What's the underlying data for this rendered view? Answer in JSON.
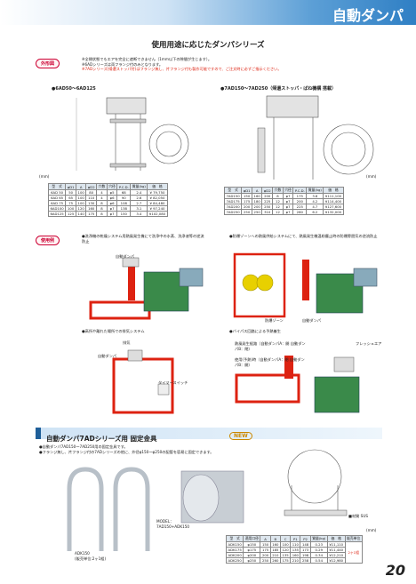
{
  "header": {
    "title": "自動ダンパ"
  },
  "heading": "使用用途に応じたダンパシリーズ",
  "appearance": {
    "tag": "外形図",
    "notes": [
      "※全閉状態でもエアを完全に遮断できません（1mm以下の隙間が生じます）。",
      "※6ADシリーズは両フランジ付のみとなります。",
      "※7ADシリーズ(帰還ストッパ付)はフランジ無し、片フランジ付も製作可能ですので、ご注文時に必ずご指示ください。"
    ]
  },
  "left_drawing": {
    "caption": "●6AD50〜6AD125"
  },
  "right_drawing": {
    "caption": "●7AD150〜7AD250（帰還ストッパ・ばね機構 搭載）"
  },
  "unit_label": "(mm)",
  "table1": {
    "headers": [
      "型　式",
      "φD1",
      "A",
      "φD2",
      "穴数",
      "穴径",
      "P.C.D.",
      "質量(kg)",
      "価　格"
    ],
    "rows": [
      [
        "6AD 50",
        "50",
        "100",
        "80",
        "4",
        "φ5",
        "68",
        "2.4",
        "¥ 79,750"
      ],
      [
        "6AD 65",
        "65",
        "100",
        "110",
        "4",
        "φ6",
        "90",
        "2.6",
        "¥ 82,050"
      ],
      [
        "6AD 75",
        "75",
        "100",
        "130",
        "8",
        "φ6",
        "108",
        "2.7",
        "¥ 84,480"
      ],
      [
        "6AD100",
        "100",
        "120",
        "160",
        "8",
        "φ7",
        "138",
        "3.1",
        "¥ 97,240"
      ],
      [
        "6AD125",
        "125",
        "140",
        "175",
        "8",
        "φ7",
        "150",
        "3.4",
        "¥102,080"
      ]
    ]
  },
  "table2": {
    "headers": [
      "型　式",
      "φD1",
      "A",
      "φD2",
      "穴数",
      "穴径",
      "P.C.D.",
      "質量(kg)",
      "価　格"
    ],
    "rows": [
      [
        "7AD150",
        "150",
        "160",
        "200",
        "8",
        "φ7",
        "175",
        "3.8",
        "¥111,100"
      ],
      [
        "7AD175",
        "175",
        "180",
        "225",
        "12",
        "φ7",
        "200",
        "4.2",
        "¥114,400"
      ],
      [
        "7AD200",
        "200",
        "200",
        "250",
        "12",
        "φ7",
        "225",
        "4.7",
        "¥127,600"
      ],
      [
        "7AD250",
        "250",
        "250",
        "310",
        "12",
        "φ7",
        "280",
        "6.2",
        "¥132,000"
      ]
    ]
  },
  "usage": {
    "tag": "使用例",
    "items": [
      "●洗浄機の乾燥システム用熱風発生機にて洗浄中の水蒸、洗浄液等の逆流防止",
      "●防爆ゾーンへの熱風供給システムにて、熱風発生機温粉塵止時の防爆雰囲気の逆流防止",
      "●高所や離れた場所での排気システム",
      "●バイパス回路による予熱養生"
    ],
    "labels": {
      "auto_damper": "自動ダンパ",
      "timer_switch": "タイマースイッチ",
      "exhaust": "排気",
      "explosion_zone": "防爆ゾーン",
      "flange_joint": "フレッシュエア",
      "preheat_route": "熱風発生経路（自動ダンパA：開 自動ダンパB：閉）",
      "preheat_use": "使用(予熱)時（自動ダンパA：閉 自動ダンパB：開）"
    }
  },
  "section2": {
    "title": "自動ダンパ7ADシリーズ用 固定金具",
    "notes": [
      "●自動ダンパ7AD150〜7AD250用の固定金具です。",
      "●フランジ無し、片フランジ付の7ADシリーズの他に、外径φ150〜φ250の配管を容易に固定できます。"
    ],
    "new_badge": "NEW",
    "material": "■材質 SUS",
    "product_label": "ADK150",
    "product_sub": "(販売単位:2ヶ1組)",
    "model_label": "MODEL：",
    "model_value": "7AD150+ADK150"
  },
  "table3": {
    "headers": [
      "型　式",
      "適用口径",
      "A",
      "B",
      "C",
      "P1",
      "P2",
      "質量(kg)",
      "価　格",
      "販売単位"
    ],
    "rows": [
      [
        "ADK150",
        "φ150",
        "150",
        "160",
        "100",
        "110",
        "148",
        "0.23",
        "¥11,110"
      ],
      [
        "ADK175",
        "φ175",
        "175",
        "185",
        "120",
        "135",
        "173",
        "0.29",
        "¥11,440"
      ],
      [
        "ADK200",
        "φ200",
        "200",
        "210",
        "135",
        "160",
        "198",
        "0.34",
        "¥12,210"
      ],
      [
        "ADK250",
        "φ250",
        "250",
        "260",
        "175",
        "210",
        "258",
        "0.54",
        "¥12,980"
      ]
    ],
    "unit": "2ヶ1組"
  },
  "page_number": "20",
  "colors": {
    "header_blue": "#2f7fc4",
    "accent_red": "#d21",
    "section_bar": "#1f5f99"
  }
}
